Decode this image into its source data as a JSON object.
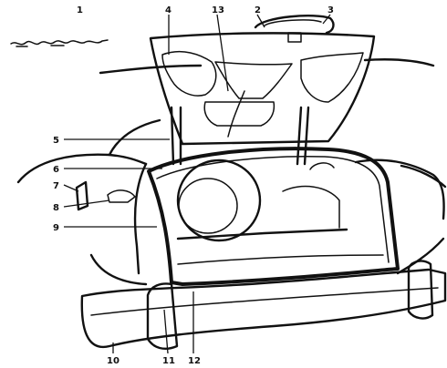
{
  "callouts": [
    {
      "id": "c1",
      "label": "1"
    },
    {
      "id": "c2",
      "label": "2"
    },
    {
      "id": "c3",
      "label": "3"
    },
    {
      "id": "c4",
      "label": "4"
    },
    {
      "id": "c5",
      "label": "5"
    },
    {
      "id": "c6",
      "label": "6"
    },
    {
      "id": "c7",
      "label": "7"
    },
    {
      "id": "c8",
      "label": "8"
    },
    {
      "id": "c9",
      "label": "9"
    },
    {
      "id": "c10",
      "label": "10"
    },
    {
      "id": "c11",
      "label": "11"
    },
    {
      "id": "c12",
      "label": "12"
    },
    {
      "id": "c13",
      "label": "13"
    }
  ],
  "colors": {
    "ink": "#111111",
    "paper": "#ffffff"
  }
}
